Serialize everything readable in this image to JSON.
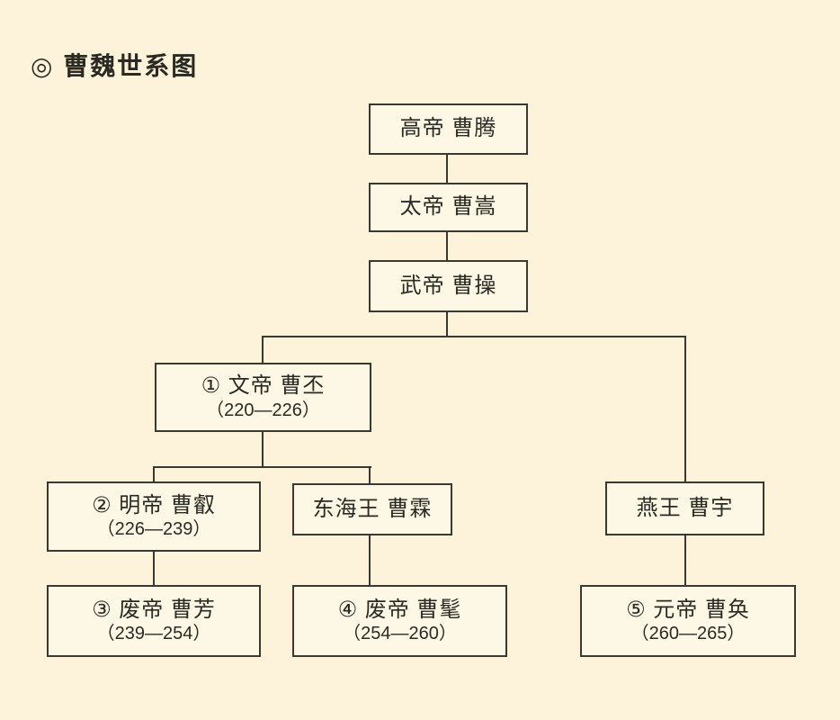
{
  "title": "◎ 曹魏世系图",
  "colors": {
    "background": "#fcf3da",
    "box_fill": "#fdf7e6",
    "line": "#3a392f",
    "text": "#2b2a22"
  },
  "tree": {
    "nodes": {
      "gaodi": {
        "label": "高帝 曹腾",
        "dates": ""
      },
      "taidi": {
        "label": "太帝 曹嵩",
        "dates": ""
      },
      "wudi": {
        "label": "武帝 曹操",
        "dates": ""
      },
      "wendi": {
        "label": "① 文帝 曹丕",
        "dates": "（220—226）"
      },
      "mingdi": {
        "label": "② 明帝 曹叡",
        "dates": "（226—239）"
      },
      "donghai": {
        "label": "东海王 曹霖",
        "dates": ""
      },
      "yanwang": {
        "label": "燕王 曹宇",
        "dates": ""
      },
      "caofang": {
        "label": "③ 废帝 曹芳",
        "dates": "（239—254）"
      },
      "caomao": {
        "label": "④ 废帝 曹髦",
        "dates": "（254—260）"
      },
      "caohuan": {
        "label": "⑤ 元帝 曹奂",
        "dates": "（260—265）"
      }
    },
    "edges": [
      {
        "from": "gaodi",
        "to": "taidi"
      },
      {
        "from": "taidi",
        "to": "wudi"
      },
      {
        "from": "wudi",
        "to": "wendi"
      },
      {
        "from": "wudi",
        "to": "yanwang"
      },
      {
        "from": "wendi",
        "to": "mingdi"
      },
      {
        "from": "wendi",
        "to": "donghai"
      },
      {
        "from": "mingdi",
        "to": "caofang"
      },
      {
        "from": "donghai",
        "to": "caomao"
      },
      {
        "from": "yanwang",
        "to": "caohuan"
      }
    ]
  }
}
